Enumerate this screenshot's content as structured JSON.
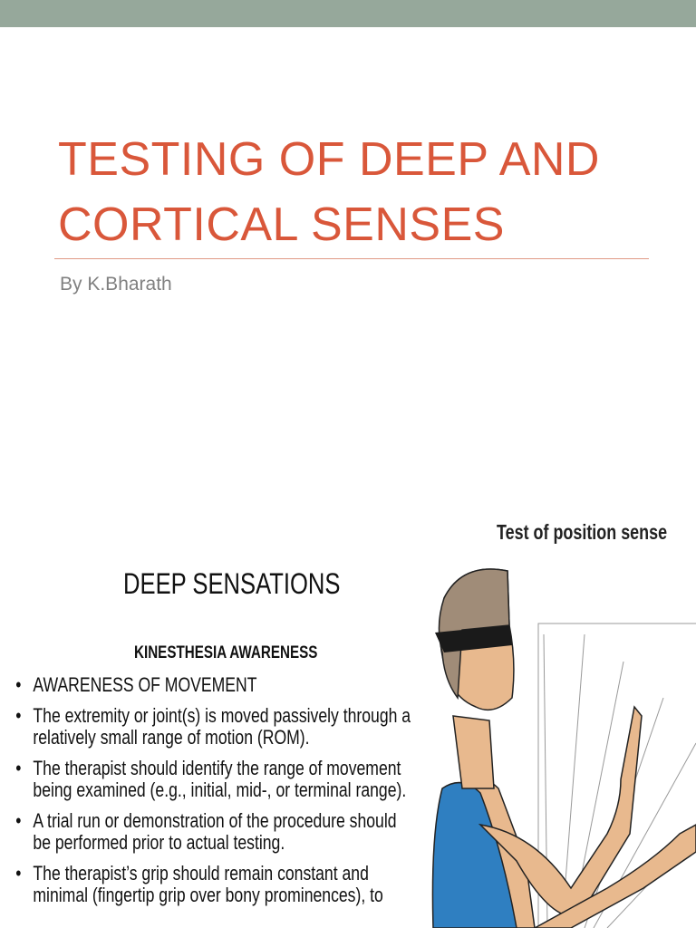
{
  "slide": {
    "title": "TESTING OF DEEP AND CORTICAL SENSES",
    "subtitle": "By K.Bharath",
    "colors": {
      "topbar": "#96a89b",
      "title": "#d9573a",
      "subtitle": "#808080"
    }
  },
  "image": {
    "caption": "Test of position sense",
    "heading": "DEEP SENSATIONS",
    "subheading": "KINESTHESIA AWARENESS",
    "bullets": [
      " AWARENESS OF MOVEMENT",
      " The extremity or joint(s) is moved passively through a\nrelatively small range of motion (ROM).",
      "The therapist should identify the range of movement\nbeing examined (e.g., initial, mid-, or terminal range).",
      " A trial run or demonstration of the procedure should\nbe performed prior to actual testing.",
      "The therapist’s grip should remain constant and\nminimal (fingertip grip over bony prominences), to"
    ]
  }
}
